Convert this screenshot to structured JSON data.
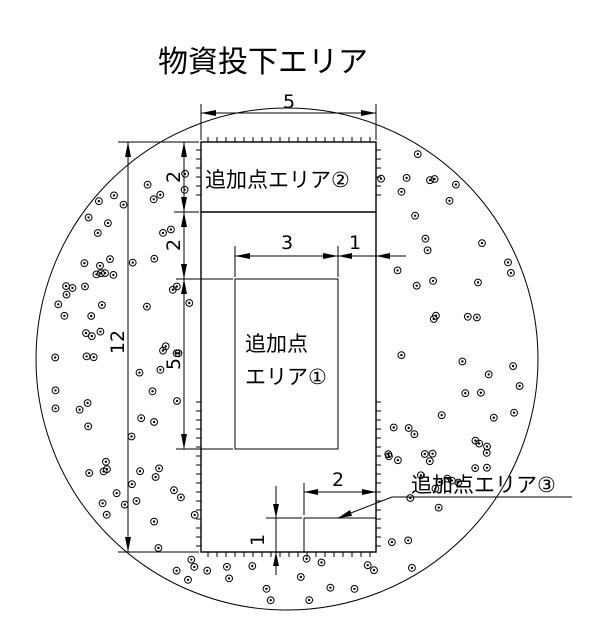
{
  "title": "物資投下エリア",
  "dimensions": {
    "width_top": "5",
    "height_total": "12",
    "area2_height": "2",
    "gap_height": "2",
    "area1_height": "5",
    "area1_width": "3",
    "area1_right_gap": "1",
    "area3_width": "2",
    "area3_height": "1"
  },
  "labels": {
    "area2": "追加点エリア②",
    "area1_line1": "追加点",
    "area1_line2": "エリア①",
    "area3": "追加点エリア③"
  }
}
